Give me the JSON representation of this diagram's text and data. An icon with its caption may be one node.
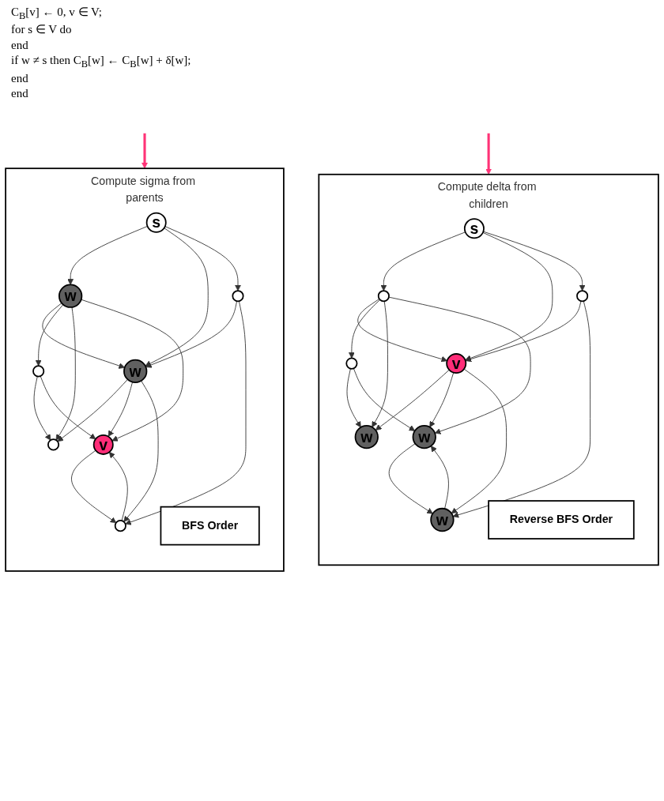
{
  "diagram": {
    "nodes": [
      {
        "text": [
          "Compute sigma from parents"
        ]
      },
      {
        "text": [
          "s"
        ],
        "in": 0
      },
      {
        "text": [
          "w"
        ],
        "in": 0
      },
      {
        "text": [
          "w"
        ],
        "in": 0
      },
      {
        "text": [],
        "shape": "circle",
        "in": 0
      },
      {
        "text": [],
        "shape": "circle",
        "in": 0
      },
      {
        "text": [],
        "shape": "circle",
        "in": 0
      },
      {
        "text": [
          "v"
        ],
        "in": 0
      },
      {
        "text": [],
        "shape": "circle",
        "in": 0
      },
      {
        "text": [
          "BFS Order"
        ],
        "in": 0
      },
      {
        "text": [
          "Compute delta from children"
        ]
      },
      {
        "text": [
          "s"
        ],
        "in": 10
      },
      {
        "text": [],
        "shape": "circle",
        "in": 10
      },
      {
        "text": [
          "v"
        ],
        "in": 10
      },
      {
        "text": [],
        "shape": "circle",
        "in": 10
      },
      {
        "text": [],
        "shape": "circle",
        "in": 10
      },
      {
        "text": [
          "w"
        ],
        "in": 10
      },
      {
        "text": [
          "w"
        ],
        "in": 10
      },
      {
        "text": [
          "w"
        ],
        "in": 10
      },
      {
        "text": [
          "Reverse BFS Order"
        ],
        "in": 10
      }
    ],
    "edges": [
      {
        "from": 1,
        "to": 2,
        "arrow": "to"
      },
      {
        "from": 1,
        "to": 3,
        "arrow": "to"
      },
      {
        "from": 1,
        "to": 4,
        "arrow": "to"
      },
      {
        "from": 2,
        "to": 3,
        "arrow": "to"
      },
      {
        "from": 4,
        "to": 3,
        "arrow": "to"
      },
      {
        "from": 2,
        "to": 5,
        "arrow": "to"
      },
      {
        "from": 2,
        "to": 6,
        "arrow": "to"
      },
      {
        "from": 2,
        "to": 7,
        "arrow": "to"
      },
      {
        "from": 3,
        "to": 6,
        "arrow": "to"
      },
      {
        "from": 3,
        "to": 7,
        "arrow": "to"
      },
      {
        "from": 3,
        "to": 8,
        "arrow": "to"
      },
      {
        "from": 4,
        "to": 8,
        "arrow": "to"
      },
      {
        "from": 5,
        "to": 6,
        "arrow": "to"
      },
      {
        "from": 5,
        "to": 7,
        "arrow": "to"
      },
      {
        "from": 7,
        "to": 8,
        "arrow": "to"
      },
      {
        "from": 8,
        "to": 7,
        "arrow": "to"
      },
      {
        "from": null,
        "to": 0,
        "arrow": "to",
        "style": "thick",
        "color": "#ff3377"
      },
      {
        "from": 11,
        "to": 12,
        "arrow": "to"
      },
      {
        "from": 11,
        "to": 13,
        "arrow": "to"
      },
      {
        "from": 11,
        "to": 14,
        "arrow": "to"
      },
      {
        "from": 12,
        "to": 13,
        "arrow": "to"
      },
      {
        "from": 14,
        "to": 13,
        "arrow": "to"
      },
      {
        "from": 12,
        "to": 15,
        "arrow": "to"
      },
      {
        "from": 12,
        "to": 16,
        "arrow": "to"
      },
      {
        "from": 12,
        "to": 17,
        "arrow": "to"
      },
      {
        "from": 13,
        "to": 16,
        "arrow": "to"
      },
      {
        "from": 13,
        "to": 17,
        "arrow": "to"
      },
      {
        "from": 13,
        "to": 18,
        "arrow": "to"
      },
      {
        "from": 14,
        "to": 18,
        "arrow": "to"
      },
      {
        "from": 15,
        "to": 16,
        "arrow": "to"
      },
      {
        "from": 15,
        "to": 17,
        "arrow": "to"
      },
      {
        "from": 17,
        "to": 18,
        "arrow": "to"
      },
      {
        "from": 18,
        "to": 17,
        "arrow": "to"
      },
      {
        "from": null,
        "to": 10,
        "arrow": "to",
        "style": "thick",
        "color": "#ff3377"
      }
    ],
    "labels": [
      "C$_{B}$[v] ← 0, v ∈ V;",
      "for s ∈ V do",
      "end",
      "if w ≠ s then C$_{B}$[w] ← C$_{B}$[w] + δ[w];",
      "end",
      "end"
    ]
  }
}
